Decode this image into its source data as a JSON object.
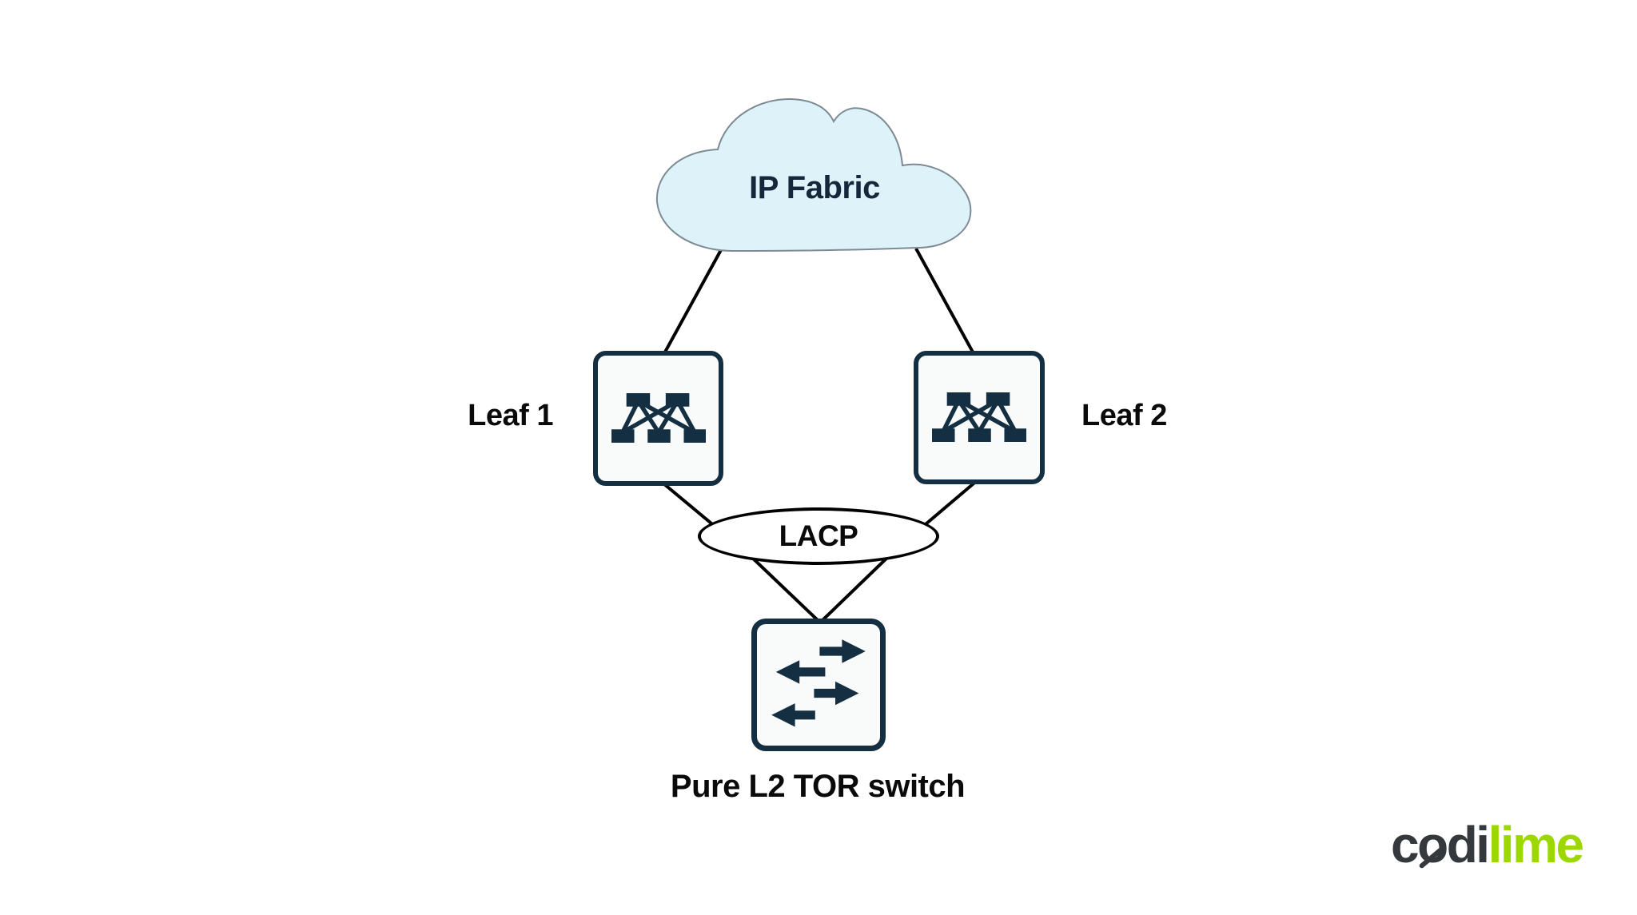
{
  "diagram": {
    "cloud": {
      "label": "IP Fabric"
    },
    "leaf1": {
      "label": "Leaf 1"
    },
    "leaf2": {
      "label": "Leaf 2"
    },
    "lacp": {
      "label": "LACP"
    },
    "tor": {
      "label": "Pure L2 TOR switch"
    },
    "connections": [
      "IP Fabric - Leaf 1",
      "IP Fabric - Leaf 2",
      "Leaf 1 - LACP",
      "Leaf 2 - LACP",
      "LACP - Pure L2 TOR switch",
      "LACP - Pure L2 TOR switch"
    ]
  },
  "icons": {
    "cloud": "cloud-icon",
    "leaf_switch": "leaf-switch-mesh-icon",
    "l2_switch": "l2-switch-arrows-icon"
  },
  "colors": {
    "background": "#ffffff",
    "cloud_fill": "#ddf3f9",
    "cloud_stroke": "#7e8a93",
    "node_border": "#142e42",
    "node_fill": "#f9fafa",
    "icon": "#142e42",
    "connector": "#000000",
    "label_text": "#0a0a0a",
    "cloud_label_text": "#15283b",
    "logo_dark": "#35393d",
    "logo_green": "#9cd800"
  },
  "logo": {
    "part1": "c",
    "part2": "o",
    "part3": "di",
    "part4": "lime"
  }
}
